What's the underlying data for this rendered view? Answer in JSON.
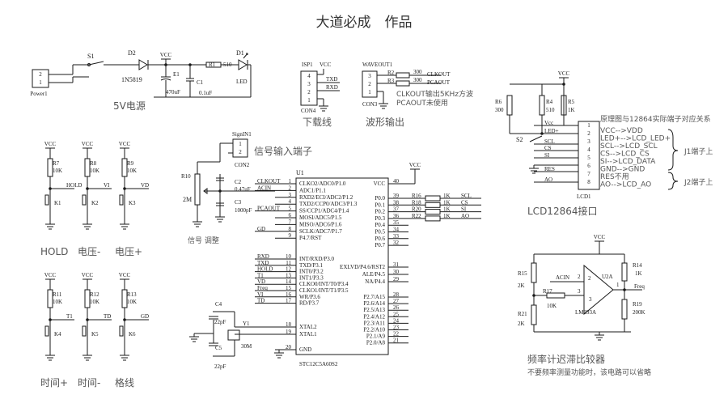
{
  "title": "大道必成　作品",
  "power": {
    "connector": "Power1",
    "pins": [
      "2",
      "1"
    ],
    "switch": "S1",
    "diode": "D2",
    "diode_part": "1N5819",
    "vcc": "VCC",
    "cap_e": "E1",
    "cap_e_val": "470uF",
    "cap": "C1",
    "cap_val": "0.1uF",
    "res": "R1",
    "res_val": "510",
    "led": "D1",
    "led_label": "LED",
    "caption": "5V电源"
  },
  "isp": {
    "name": "ISP1",
    "vcc": "VCC",
    "pins": [
      "4",
      "3",
      "2",
      "1"
    ],
    "signals": [
      "TXD",
      "RXD"
    ],
    "part": "CON4",
    "caption": "下载线"
  },
  "wave": {
    "name": "WAVEOUT1",
    "pins": [
      "3",
      "2",
      "1"
    ],
    "r2": "R2",
    "r3": "R3",
    "r2_val": "300",
    "r3_val": "300",
    "clk": "CLKOUT",
    "pca": "PCAOUT",
    "part": "CON3",
    "note1": "CLKOUT输出5KHz方波",
    "note2": "PCAOUT未使用",
    "caption": "波形输出"
  },
  "signal": {
    "name": "SignIN1",
    "pins": [
      "1",
      "2"
    ],
    "part": "CON2",
    "caption": "信号输入端子",
    "r10": "R10",
    "r10_val": "2M",
    "c2": "C2",
    "c2_val": "0.47uF",
    "c3": "C3",
    "c3_val": "1000pF",
    "adj": "信号 调整"
  },
  "keys": [
    {
      "vcc": "VCC",
      "r": "R7",
      "rv": "10K",
      "net": "HOLD",
      "k": "K1",
      "caption": "HOLD"
    },
    {
      "vcc": "VCC",
      "r": "R8",
      "rv": "10K",
      "net": "VI",
      "k": "K2",
      "caption": "电压-"
    },
    {
      "vcc": "VCC",
      "r": "R9",
      "rv": "10K",
      "net": "VD",
      "k": "K3",
      "caption": "电压+"
    },
    {
      "vcc": "VCC",
      "r": "R11",
      "rv": "10K",
      "net": "T1",
      "k": "K4",
      "caption": "时间+"
    },
    {
      "vcc": "VCC",
      "r": "R12",
      "rv": "10K",
      "net": "TD",
      "k": "K5",
      "caption": "时间-"
    },
    {
      "vcc": "VCC",
      "r": "R13",
      "rv": "10K",
      "net": "GD",
      "k": "K6",
      "caption": "格线"
    }
  ],
  "mcu": {
    "name": "U1",
    "part": "STC12C5A60S2",
    "vcc": "VCC",
    "left_pins": [
      {
        "n": "1",
        "net": "CLKOUT",
        "fn": "CLKO2/ADC0/P1.0"
      },
      {
        "n": "2",
        "net": "ACIN",
        "fn": "ADC1/P1.1"
      },
      {
        "n": "3",
        "net": "",
        "fn": "RXD2/ECI/ADC2/P1.2"
      },
      {
        "n": "4",
        "net": "",
        "fn": "TXD2/CCP0/ADC3/P1.3"
      },
      {
        "n": "5",
        "net": "PCAOUT",
        "fn": "SS/CCP1/ADC4/P1.4"
      },
      {
        "n": "6",
        "net": "",
        "fn": "MOSI/ADC5/P1.5"
      },
      {
        "n": "7",
        "net": "",
        "fn": "MISO/ADC6/P1.6"
      },
      {
        "n": "8",
        "net": "GD",
        "fn": "SCLK/ADC7/P1.7"
      },
      {
        "n": "9",
        "net": "",
        "fn": "P4.7/RST"
      },
      {
        "n": "10",
        "net": "RXD",
        "fn": "INT/RXD/P3.0"
      },
      {
        "n": "11",
        "net": "TXD",
        "fn": "TXD/P3.1"
      },
      {
        "n": "12",
        "net": "HOLD",
        "fn": "INT0/P3.2"
      },
      {
        "n": "13",
        "net": "T1",
        "fn": "INT1/P3.3"
      },
      {
        "n": "14",
        "net": "VD",
        "fn": "CLKO0/INT/T0/P3.4"
      },
      {
        "n": "15",
        "net": "Freq",
        "fn": "CLKO1/INT/T1/P3.5"
      },
      {
        "n": "16",
        "net": "VI",
        "fn": "WR/P3.6"
      },
      {
        "n": "17",
        "net": "TD",
        "fn": "RD/P3.7"
      },
      {
        "n": "18",
        "net": "",
        "fn": "XTAL2"
      },
      {
        "n": "19",
        "net": "",
        "fn": "XTAL1"
      },
      {
        "n": "20",
        "net": "",
        "fn": "GND"
      }
    ],
    "right_pins": [
      {
        "n": "40",
        "fn": "VCC"
      },
      {
        "n": "39",
        "fn": "P0.0"
      },
      {
        "n": "38",
        "fn": "P0.1"
      },
      {
        "n": "37",
        "fn": "P0.2"
      },
      {
        "n": "36",
        "fn": "P0.3"
      },
      {
        "n": "35",
        "fn": "P0.4"
      },
      {
        "n": "34",
        "fn": "P0.5"
      },
      {
        "n": "33",
        "fn": "P0.6"
      },
      {
        "n": "32",
        "fn": "P0.7"
      },
      {
        "n": "31",
        "fn": "EXLVD/P4.6/RST2"
      },
      {
        "n": "30",
        "fn": "ALE/P4.5"
      },
      {
        "n": "29",
        "fn": "NA/P4.4"
      },
      {
        "n": "28",
        "fn": "P2.7/A15"
      },
      {
        "n": "27",
        "fn": "P2.6/A14"
      },
      {
        "n": "26",
        "fn": "P2.5/A13"
      },
      {
        "n": "25",
        "fn": "P2.4/A12"
      },
      {
        "n": "24",
        "fn": "P2.3/A11"
      },
      {
        "n": "23",
        "fn": "P2.2/A10"
      },
      {
        "n": "22",
        "fn": "P2.1/A9"
      },
      {
        "n": "21",
        "fn": "P2.0/A8"
      }
    ],
    "port_res": [
      {
        "r": "R16",
        "v": "1K",
        "net": "SCL"
      },
      {
        "r": "R18",
        "v": "1K",
        "net": "CS"
      },
      {
        "r": "R20",
        "v": "1K",
        "net": "SI"
      },
      {
        "r": "R22",
        "v": "1K",
        "net": "AO"
      }
    ]
  },
  "crystal": {
    "c4": "C4",
    "c4_val": "22pF",
    "c5": "C5",
    "c5_val": "22pF",
    "y": "Y1",
    "y_val": "30M"
  },
  "lcd": {
    "name": "LCD1",
    "vcc": "VCC",
    "r6": "R6",
    "r6_val": "300",
    "r4": "R4",
    "r4_val": "510",
    "r5": "R5",
    "r5_val": "1K",
    "switch": "S2",
    "pins": [
      "1",
      "2",
      "3",
      "4",
      "5",
      "6",
      "7",
      "8"
    ],
    "signals": [
      "Vcc",
      "LED+",
      "SCL",
      "CS",
      "SI",
      "",
      "RES",
      "AO"
    ],
    "note_title": "原理图与12864实际端子对应关系",
    "map": [
      "VCC-->VDD",
      "LED+-->LCD_LED+",
      "SCL-->LCD_SCL",
      "CS-->LCD_CS",
      "SI-->LCD_DATA",
      "GND-->GND",
      "RES不用",
      "AO-->LCD_AO"
    ],
    "j1": "J1端子上",
    "j2": "J2端子上",
    "caption": "LCD12864接口"
  },
  "comp": {
    "name": "U2A",
    "part": "LM393A",
    "vcc": "VCC",
    "r14": "R14",
    "r14_val": "1K",
    "r15": "R15",
    "r15_val": "2K",
    "r17": "R17",
    "r17_val": "10K",
    "r19": "R19",
    "r19_val": "200K",
    "r21": "R21",
    "r21_val": "2K",
    "acin": "ACIN",
    "out": "Freq",
    "pins": [
      "2",
      "3",
      "1"
    ],
    "caption": "频率计迟滞比较器",
    "note": "不要频率测量功能时，该电路可以省略"
  }
}
